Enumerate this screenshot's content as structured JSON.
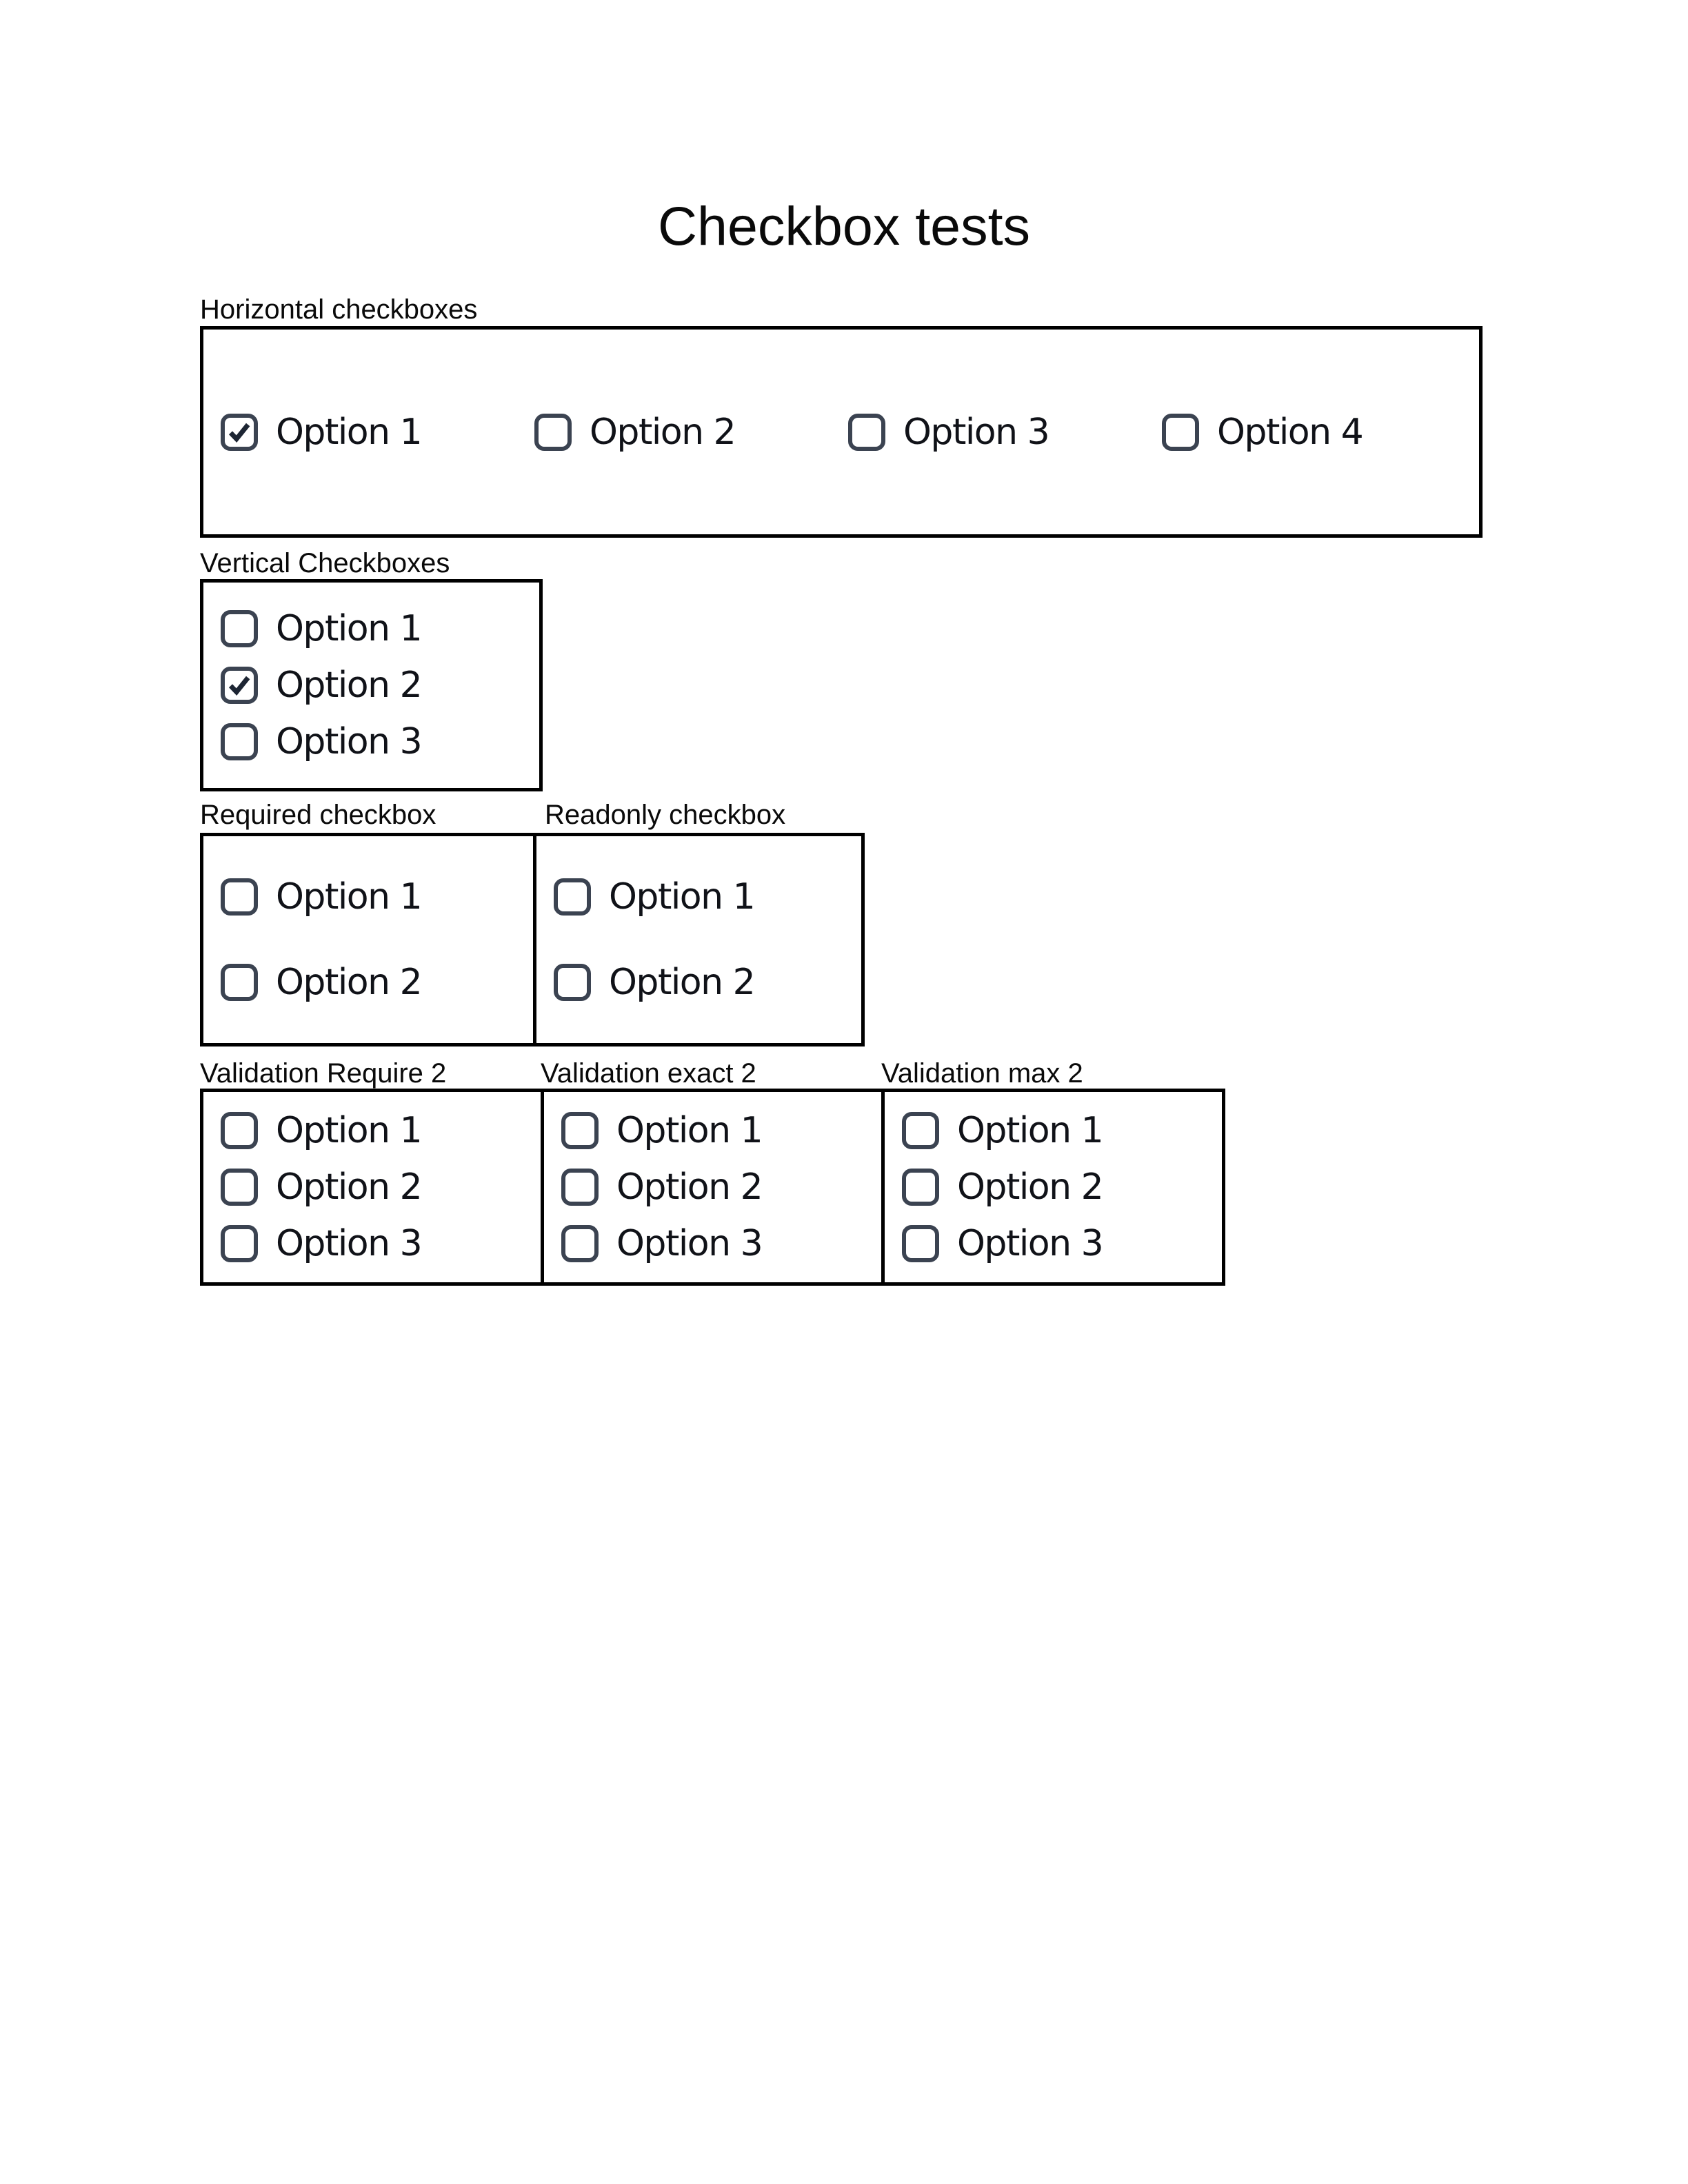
{
  "page": {
    "title": "Checkbox tests"
  },
  "colors": {
    "page-bg": "#ffffff",
    "box-border": "#000000",
    "checkbox-border": "#3b4351",
    "checkmark": "#1d2533",
    "text": "#0a0a0a"
  },
  "groups": [
    {
      "id": "horizontal",
      "label": "Horizontal checkboxes",
      "orientation": "horizontal",
      "options": [
        {
          "label": "Option 1",
          "checked": true
        },
        {
          "label": "Option 2",
          "checked": false
        },
        {
          "label": "Option 3",
          "checked": false
        },
        {
          "label": "Option 4",
          "checked": false
        }
      ]
    },
    {
      "id": "vertical",
      "label": "Vertical Checkboxes",
      "orientation": "vertical",
      "options": [
        {
          "label": "Option 1",
          "checked": false
        },
        {
          "label": "Option 2",
          "checked": true
        },
        {
          "label": "Option 3",
          "checked": false
        }
      ]
    },
    {
      "id": "required",
      "label": "Required checkbox",
      "orientation": "vertical",
      "options": [
        {
          "label": "Option 1",
          "checked": false
        },
        {
          "label": "Option 2",
          "checked": false
        }
      ]
    },
    {
      "id": "readonly",
      "label": "Readonly checkbox",
      "orientation": "vertical",
      "options": [
        {
          "label": "Option 1",
          "checked": false
        },
        {
          "label": "Option 2",
          "checked": false
        }
      ]
    },
    {
      "id": "validation-require-2",
      "label": "Validation Require 2",
      "orientation": "vertical",
      "options": [
        {
          "label": "Option 1",
          "checked": false
        },
        {
          "label": "Option 2",
          "checked": false
        },
        {
          "label": "Option 3",
          "checked": false
        }
      ]
    },
    {
      "id": "validation-exact-2",
      "label": "Validation exact 2",
      "orientation": "vertical",
      "options": [
        {
          "label": "Option 1",
          "checked": false
        },
        {
          "label": "Option 2",
          "checked": false
        },
        {
          "label": "Option 3",
          "checked": false
        }
      ]
    },
    {
      "id": "validation-max-2",
      "label": "Validation max 2",
      "orientation": "vertical",
      "options": [
        {
          "label": "Option 1",
          "checked": false
        },
        {
          "label": "Option 2",
          "checked": false
        },
        {
          "label": "Option 3",
          "checked": false
        }
      ]
    }
  ]
}
